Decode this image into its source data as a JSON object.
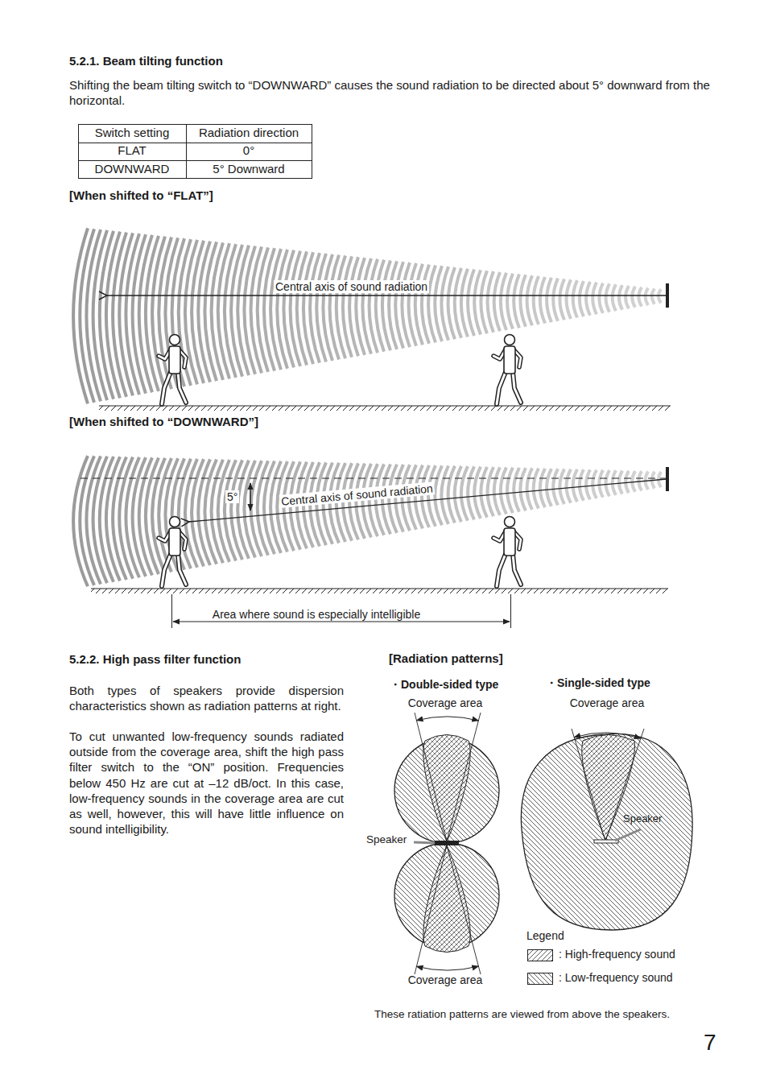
{
  "diagram": {
    "labels": [
      "5.2.1. Beam tilting function",
      "Shifting the beam tilting switch to “DOWNWARD” causes the sound radiation to be directed about 5° downward from the horizontal.",
      "Switch setting",
      "Radiation direction",
      "FLAT",
      "0°",
      "DOWNWARD",
      "5° Downward",
      "[When shifted to “FLAT”]",
      "Central axis of sound radiation",
      "[When shifted to “DOWNWARD”]",
      "5°",
      "Central axis of sound radiation",
      "Area where sound is especially intelligible",
      "5.2.2. High pass filter function",
      "Both types of speakers provide dispersion characteristics shown as radiation patterns at right.",
      "To cut unwanted low-frequency sounds radiated outside from the coverage area, shift the high pass filter switch to the “ON” position. Frequencies below 450 Hz are cut at –12 dB/oct. In this case, low-frequency sounds in the coverage area are cut as well, however, this will have little influence on sound intelligibility.",
      "[Radiation patterns]",
      "・Double-sided type",
      "Coverage area",
      "Speaker",
      "Coverage area",
      "・Single-sided type",
      "Coverage area",
      "Speaker",
      "Legend",
      "These ratiation patterns are viewed from above the speakers.",
      "7"
    ],
    "legend": [
      {
        "text": ": High-frequency sound"
      },
      {
        "text": ": Low-frequency sound"
      }
    ]
  }
}
